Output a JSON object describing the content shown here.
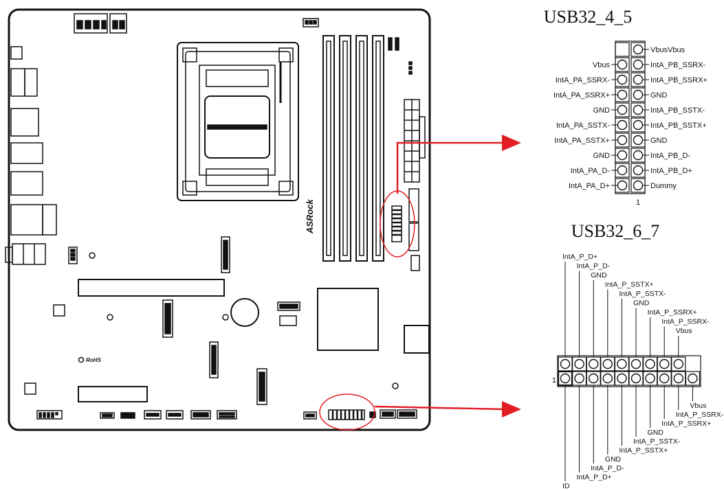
{
  "board": {
    "brand_text": "ASRock",
    "rohs_text": "RoHS"
  },
  "header_4_5": {
    "title": "USB32_4_5",
    "pin1_label": "1",
    "left_labels": [
      "Vbus",
      "IntA_PA_SSRX-",
      "IntA_PA_SSRX+",
      "GND",
      "IntA_PA_SSTX-",
      "IntA_PA_SSTX+",
      "GND",
      "IntA_PA_D-",
      "IntA_PA_D+"
    ],
    "right_labels": [
      "VbusVbus",
      "IntA_PB_SSRX-",
      "IntA_PB_SSRX+",
      "GND",
      "IntA_PB_SSTX-",
      "IntA_PB_SSTX+",
      "GND",
      "IntA_PB_D-",
      "IntA_PB_D+",
      "Dummy"
    ]
  },
  "header_6_7": {
    "title": "USB32_6_7",
    "top_labels": [
      "IntA_P_D+",
      "IntA_P_D-",
      "GND",
      "IntA_P_SSTX+",
      "IntA_P_SSTX-",
      "GND",
      "IntA_P_SSRX+",
      "IntA_P_SSRX-",
      "Vbus"
    ],
    "bottom_labels": [
      "Vbus",
      "IntA_P_SSRX-",
      "IntA_P_SSRX+",
      "GND",
      "IntA_P_SSTX-",
      "IntA_P_SSTX+",
      "GND",
      "IntA_P_D-",
      "IntA_P_D+",
      "ID"
    ],
    "pin1_label": "1"
  },
  "colors": {
    "callout": "#e01e24",
    "line": "#111111"
  }
}
